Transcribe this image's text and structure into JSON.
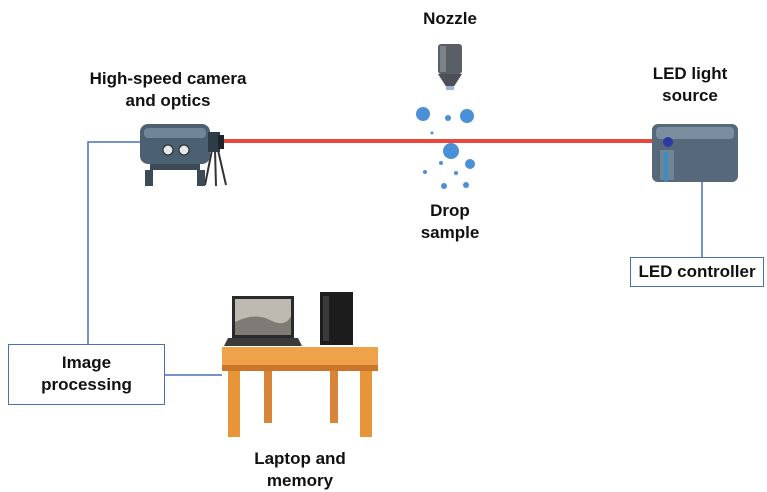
{
  "labels": {
    "nozzle": "Nozzle",
    "camera_line1": "High-speed camera",
    "camera_line2": "and optics",
    "led_line1": "LED light",
    "led_line2": "source",
    "drop_line1": "Drop",
    "drop_line2": "sample",
    "led_controller": "LED controller",
    "image_processing_line1": "Image",
    "image_processing_line2": "processing",
    "laptop_line1": "Laptop and",
    "laptop_line2": "memory"
  },
  "colors": {
    "beam": "#e8473c",
    "connector": "#4a6fb5",
    "drop": "#4a90d9",
    "table": "#e8953a",
    "table_top": "#f0a24a"
  },
  "icons": {
    "camera": "camera-icon",
    "nozzle": "nozzle-icon",
    "led": "led-light-icon",
    "laptop": "laptop-icon",
    "computer": "desktop-tower-icon",
    "table": "table-icon"
  }
}
